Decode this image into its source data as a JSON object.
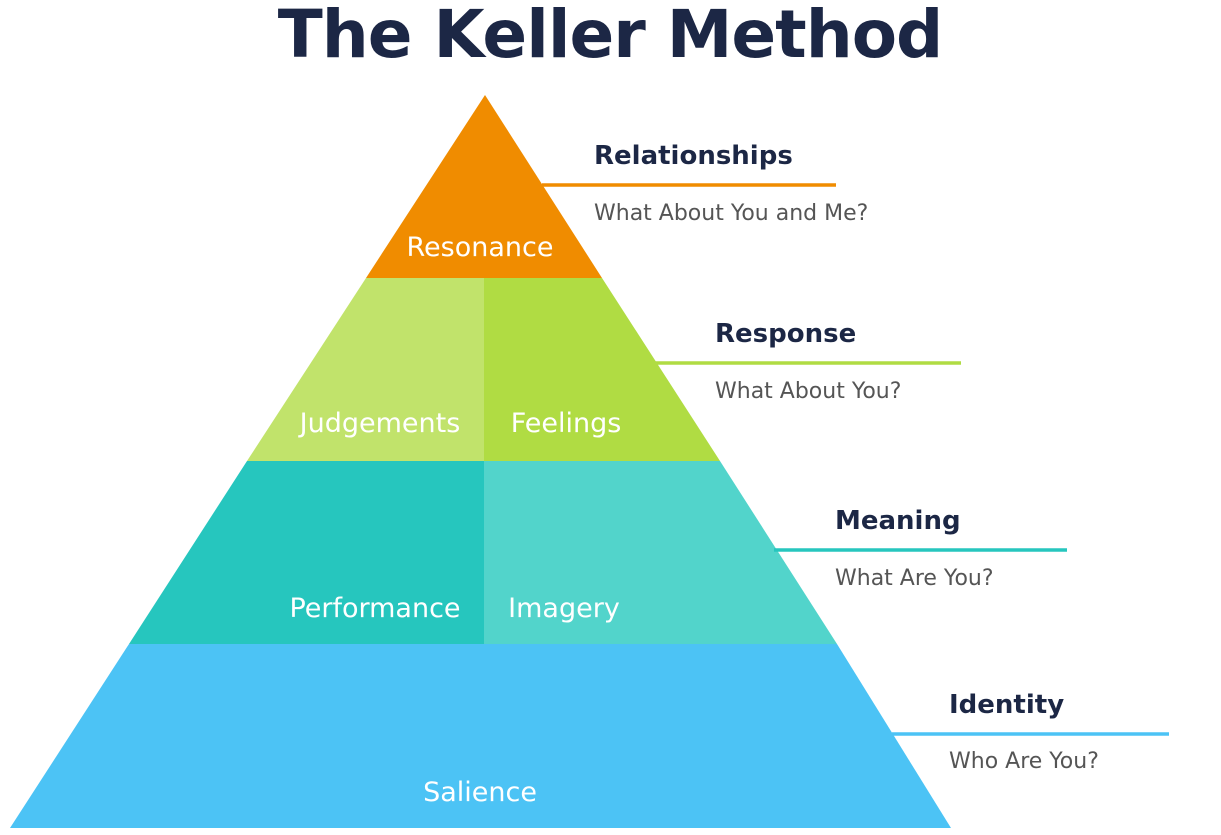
{
  "title": "The Keller Method",
  "colors": {
    "title": "#1c2745",
    "resonance": "#f08c00",
    "judgements": "#c1e36b",
    "feelings": "#b0dc43",
    "response_line": "#b0dc43",
    "performance": "#26c6be",
    "imagery": "#52d4cb",
    "meaning_line": "#26c6be",
    "salience": "#4cc3f5",
    "identity_line": "#4cc3f5",
    "heading_text": "#1c2745",
    "question_text": "#555555",
    "tier_text": "#ffffff"
  },
  "pyramid": {
    "resonance": "Resonance",
    "judgements": "Judgements",
    "feelings": "Feelings",
    "performance": "Performance",
    "imagery": "Imagery",
    "salience": "Salience"
  },
  "levels": [
    {
      "heading": "Relationships",
      "question": "What About You and Me?"
    },
    {
      "heading": "Response",
      "question": "What About You?"
    },
    {
      "heading": "Meaning",
      "question": "What Are You?"
    },
    {
      "heading": "Identity",
      "question": "Who Are You?"
    }
  ]
}
